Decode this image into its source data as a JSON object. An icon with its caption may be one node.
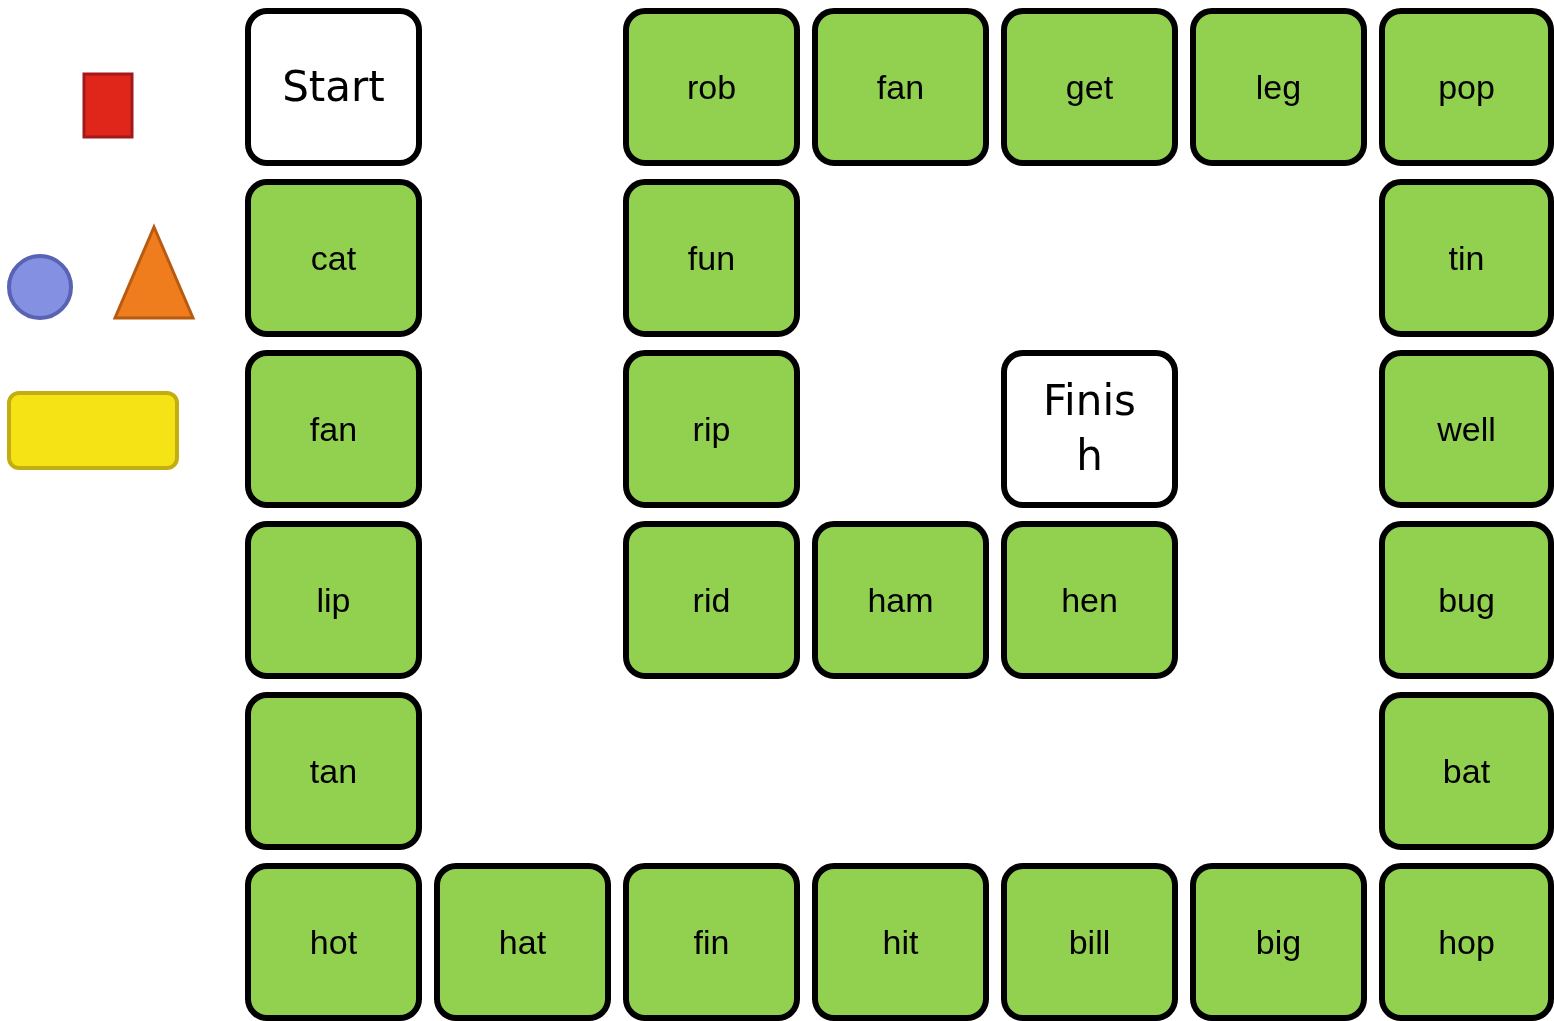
{
  "diagram": {
    "nodes": [
      {
        "text": [
          "Start"
        ]
      },
      {
        "text": [
          "rob"
        ]
      },
      {
        "text": [
          "fan"
        ]
      },
      {
        "text": [
          "get"
        ]
      },
      {
        "text": [
          "leg"
        ]
      },
      {
        "text": [
          "pop"
        ]
      },
      {
        "text": [
          "cat"
        ]
      },
      {
        "text": [
          "fun"
        ]
      },
      {
        "text": [
          "tin"
        ]
      },
      {
        "text": [
          "fan"
        ]
      },
      {
        "text": [
          "rip"
        ]
      },
      {
        "text": [
          "Finish"
        ]
      },
      {
        "text": [
          "well"
        ]
      },
      {
        "text": [
          "lip"
        ]
      },
      {
        "text": [
          "rid"
        ]
      },
      {
        "text": [
          "ham"
        ]
      },
      {
        "text": [
          "hen"
        ]
      },
      {
        "text": [
          "bug"
        ]
      },
      {
        "text": [
          "tan"
        ]
      },
      {
        "text": [
          "bat"
        ]
      },
      {
        "text": [
          "hot"
        ]
      },
      {
        "text": [
          "hat"
        ]
      },
      {
        "text": [
          "fin"
        ]
      },
      {
        "text": [
          "hit"
        ]
      },
      {
        "text": [
          "bill"
        ]
      },
      {
        "text": [
          "big"
        ]
      },
      {
        "text": [
          "hop"
        ]
      }
    ]
  }
}
